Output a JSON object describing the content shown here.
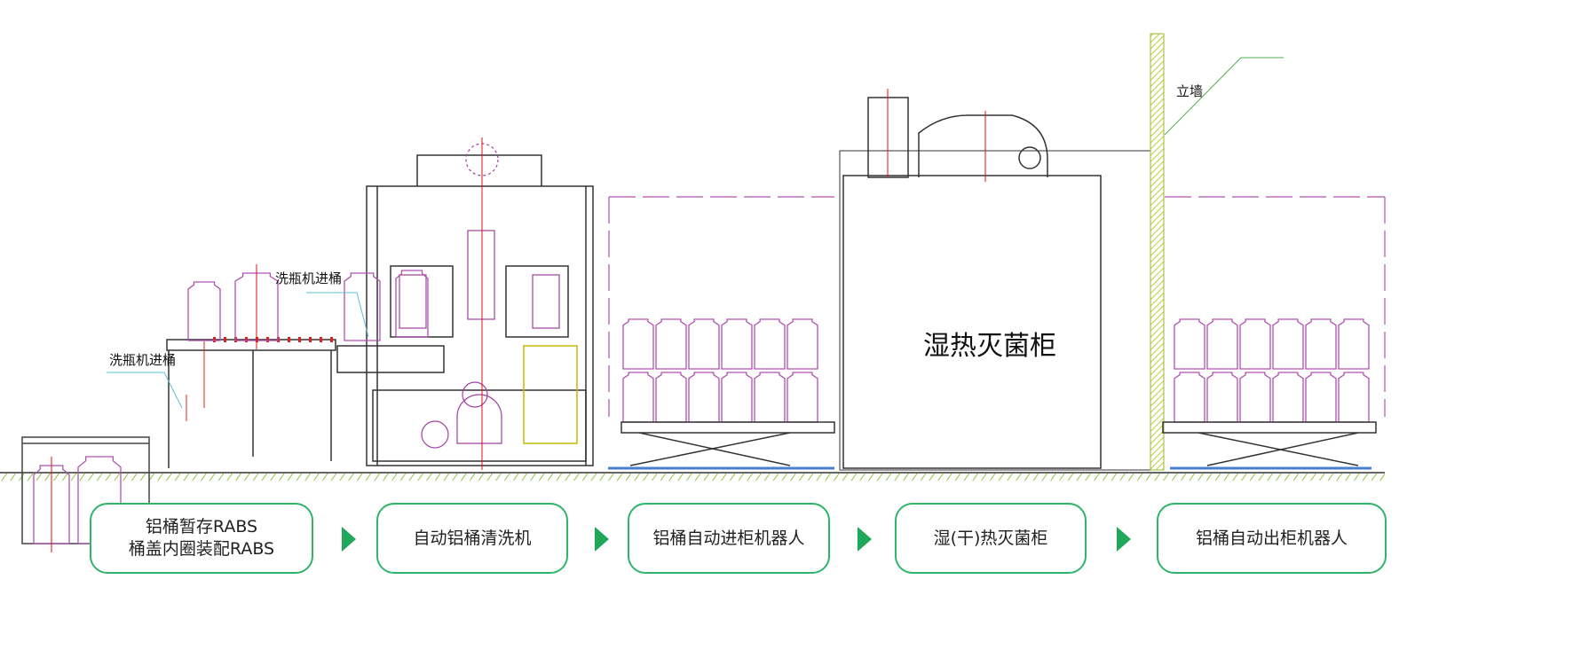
{
  "annotations": {
    "washer_inlet_top": "洗瓶机进桶",
    "washer_inlet_left": "洗瓶机进桶",
    "wall": "立墙",
    "cabinet": "湿热灭菌柜"
  },
  "steps": [
    {
      "line1": "铝桶暂存RABS",
      "line2": "桶盖内圈装配RABS"
    },
    {
      "line1": "自动铝桶清洗机"
    },
    {
      "line1": "铝桶自动进柜机器人"
    },
    {
      "line1": "湿(干)热灭菌柜"
    },
    {
      "line1": "铝桶自动出柜机器人"
    }
  ],
  "colors": {
    "accent": "#2fb46a",
    "arrow": "#1fa85a",
    "barrel": "#b050b0",
    "centerline": "#e01010",
    "ground": "#7cc242"
  }
}
